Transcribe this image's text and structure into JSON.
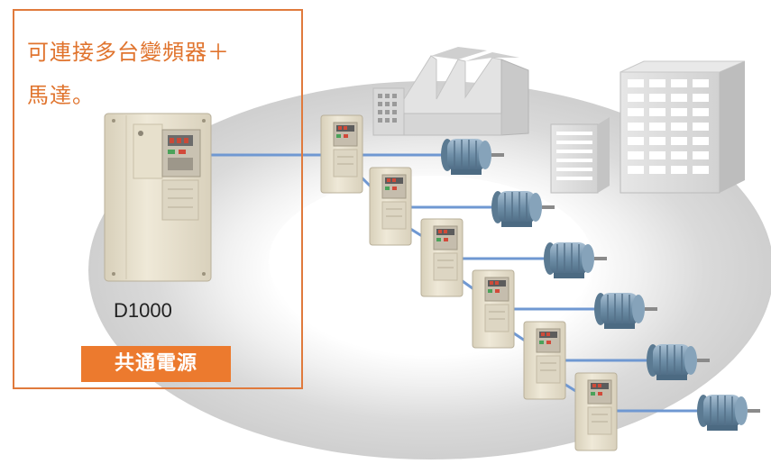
{
  "callout": {
    "line1": "可連接多台變頻器＋",
    "line2": "馬達。"
  },
  "main_drive": {
    "model": "D1000",
    "badge": "共通電源"
  },
  "drive_count": 6,
  "motor_count": 6,
  "colors": {
    "accent_orange": "#ec7a2e",
    "callout_border": "#e07a3c",
    "connection_line": "#6f98d2",
    "drive_body": "#e8e1cf",
    "motor_body": "#6f8fa8",
    "ring_gray": "#d9d9d9"
  }
}
